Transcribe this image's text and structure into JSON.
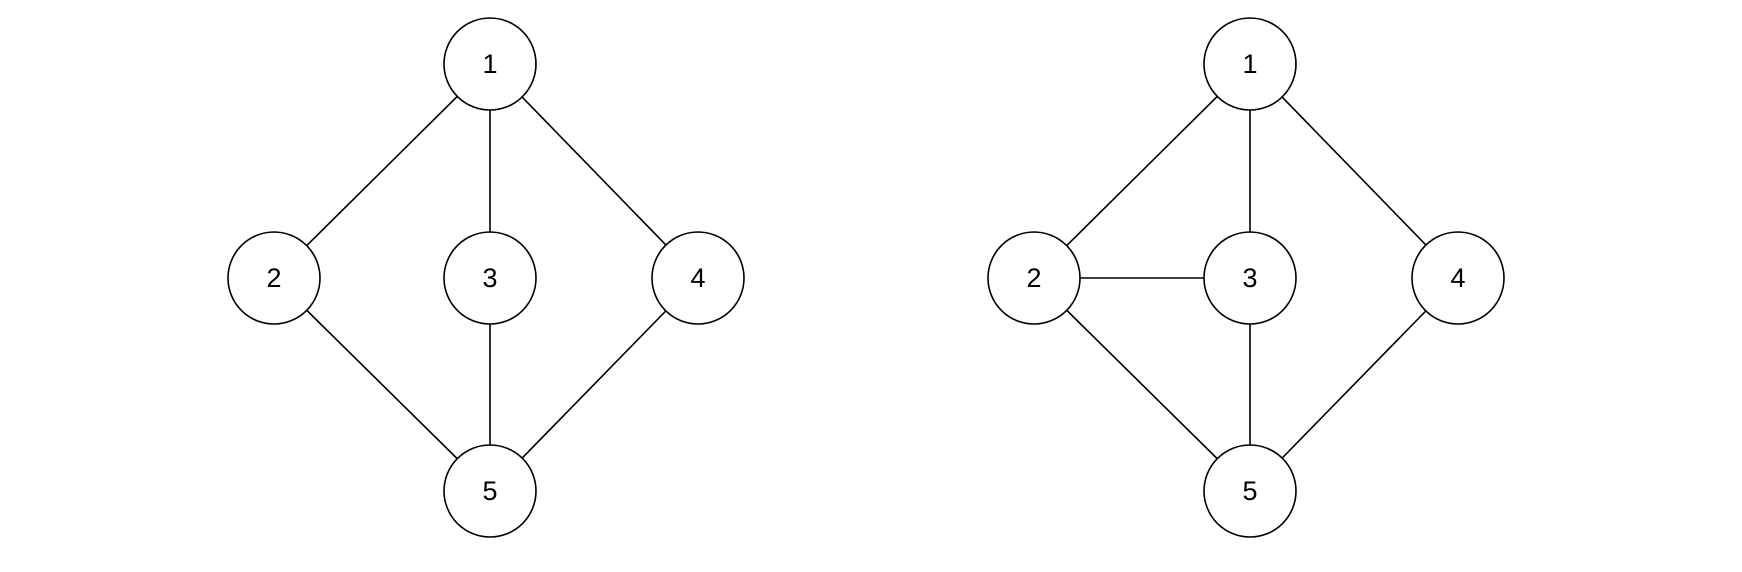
{
  "graphs": [
    {
      "nodes": [
        {
          "id": "1",
          "label": "1"
        },
        {
          "id": "2",
          "label": "2"
        },
        {
          "id": "3",
          "label": "3"
        },
        {
          "id": "4",
          "label": "4"
        },
        {
          "id": "5",
          "label": "5"
        }
      ],
      "edges": [
        [
          "1",
          "2"
        ],
        [
          "1",
          "3"
        ],
        [
          "1",
          "4"
        ],
        [
          "2",
          "5"
        ],
        [
          "3",
          "5"
        ],
        [
          "4",
          "5"
        ]
      ]
    },
    {
      "nodes": [
        {
          "id": "1",
          "label": "1"
        },
        {
          "id": "2",
          "label": "2"
        },
        {
          "id": "3",
          "label": "3"
        },
        {
          "id": "4",
          "label": "4"
        },
        {
          "id": "5",
          "label": "5"
        }
      ],
      "edges": [
        [
          "1",
          "2"
        ],
        [
          "1",
          "3"
        ],
        [
          "1",
          "4"
        ],
        [
          "2",
          "3"
        ],
        [
          "2",
          "5"
        ],
        [
          "3",
          "5"
        ],
        [
          "4",
          "5"
        ]
      ]
    }
  ],
  "colors": {
    "stroke": "#000000",
    "node_fill": "#ffffff",
    "background": "#ffffff"
  }
}
